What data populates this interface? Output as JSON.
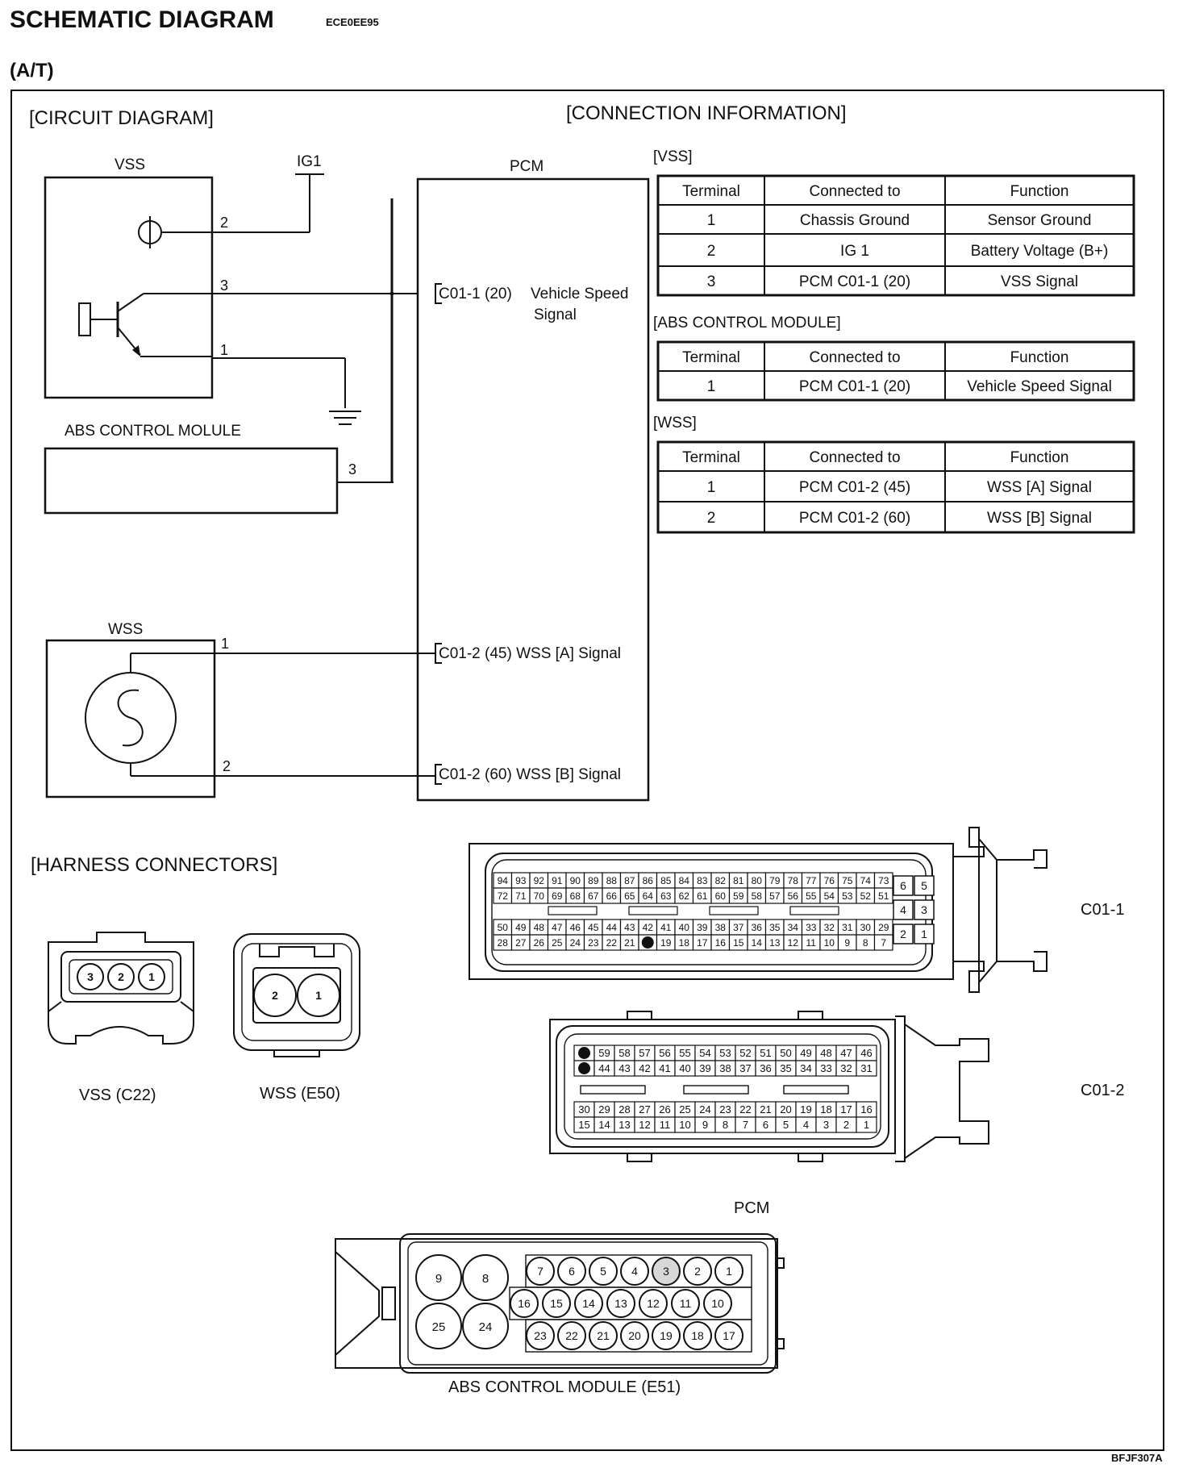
{
  "header": {
    "title": "SCHEMATIC DIAGRAM",
    "code": "ECE0EE95",
    "subtitle": "(A/T)",
    "footer_code": "BFJF307A"
  },
  "circuit": {
    "heading": "[CIRCUIT DIAGRAM]",
    "vss_label": "VSS",
    "ig1_label": "IG1",
    "pcm_label": "PCM",
    "abs_label": "ABS CONTROL MOLULE",
    "wss_label": "WSS",
    "pins": {
      "p1": "1",
      "p2": "2",
      "p3": "3"
    },
    "pcm_pins": {
      "vss_pin": "C01-1 (20)",
      "vss_signal_1": "Vehicle Speed",
      "vss_signal_2": "Signal",
      "wss_a": "C01-2 (45)  WSS [A] Signal",
      "wss_b": "C01-2 (60)  WSS [B] Signal"
    }
  },
  "connection": {
    "heading": "[CONNECTION INFORMATION]",
    "columns": [
      "Terminal",
      "Connected to",
      "Function"
    ],
    "tables": [
      {
        "title": "[VSS]",
        "rows": [
          [
            "1",
            "Chassis Ground",
            "Sensor Ground"
          ],
          [
            "2",
            "IG 1",
            "Battery Voltage (B+)"
          ],
          [
            "3",
            "PCM C01-1 (20)",
            "VSS Signal"
          ]
        ]
      },
      {
        "title": "[ABS CONTROL MODULE]",
        "rows": [
          [
            "1",
            "PCM C01-1 (20)",
            "Vehicle Speed Signal"
          ]
        ]
      },
      {
        "title": "[WSS]",
        "rows": [
          [
            "1",
            "PCM C01-2 (45)",
            "WSS [A] Signal"
          ],
          [
            "2",
            "PCM C01-2 (60)",
            "WSS [B] Signal"
          ]
        ]
      }
    ]
  },
  "harness": {
    "heading": "[HARNESS CONNECTORS]",
    "vss_conn": "VSS (C22)",
    "wss_conn": "WSS (E50)",
    "c011": "C01-1",
    "c012": "C01-2",
    "pcm": "PCM",
    "abs_conn": "ABS CONTROL MODULE (E51)",
    "vss_pins": [
      "3",
      "2",
      "1"
    ],
    "wss_pins": [
      "2",
      "1"
    ],
    "c011_rows": [
      [
        "94",
        "93",
        "92",
        "91",
        "90",
        "89",
        "88",
        "87",
        "86",
        "85",
        "84",
        "83",
        "82",
        "81",
        "80",
        "79",
        "78",
        "77",
        "76",
        "75",
        "74",
        "73"
      ],
      [
        "72",
        "71",
        "70",
        "69",
        "68",
        "67",
        "66",
        "65",
        "64",
        "63",
        "62",
        "61",
        "60",
        "59",
        "58",
        "57",
        "56",
        "55",
        "54",
        "53",
        "52",
        "51"
      ],
      [
        "50",
        "49",
        "48",
        "47",
        "46",
        "45",
        "44",
        "43",
        "42",
        "41",
        "40",
        "39",
        "38",
        "37",
        "36",
        "35",
        "34",
        "33",
        "32",
        "31",
        "30",
        "29"
      ],
      [
        "28",
        "27",
        "26",
        "25",
        "24",
        "23",
        "22",
        "21",
        "",
        "19",
        "18",
        "17",
        "16",
        "15",
        "14",
        "13",
        "12",
        "11",
        "10",
        "9",
        "8",
        "7"
      ]
    ],
    "c011_side": [
      [
        "6",
        "5"
      ],
      [
        "4",
        "3"
      ],
      [
        "2",
        "1"
      ]
    ],
    "c012_rows": [
      [
        "",
        "59",
        "58",
        "57",
        "56",
        "55",
        "54",
        "53",
        "52",
        "51",
        "50",
        "49",
        "48",
        "47",
        "46"
      ],
      [
        "",
        "44",
        "43",
        "42",
        "41",
        "40",
        "39",
        "38",
        "37",
        "36",
        "35",
        "34",
        "33",
        "32",
        "31"
      ],
      [
        "30",
        "29",
        "28",
        "27",
        "26",
        "25",
        "24",
        "23",
        "22",
        "21",
        "20",
        "19",
        "18",
        "17",
        "16"
      ],
      [
        "15",
        "14",
        "13",
        "12",
        "11",
        "10",
        "9",
        "8",
        "7",
        "6",
        "5",
        "4",
        "3",
        "2",
        "1"
      ]
    ],
    "abs_big": [
      "9",
      "8",
      "25",
      "24"
    ],
    "abs_row1": [
      "7",
      "6",
      "5",
      "4",
      "3",
      "2",
      "1"
    ],
    "abs_row2": [
      "16",
      "15",
      "14",
      "13",
      "12",
      "11",
      "10"
    ],
    "abs_row3": [
      "23",
      "22",
      "21",
      "20",
      "19",
      "18",
      "17"
    ]
  }
}
